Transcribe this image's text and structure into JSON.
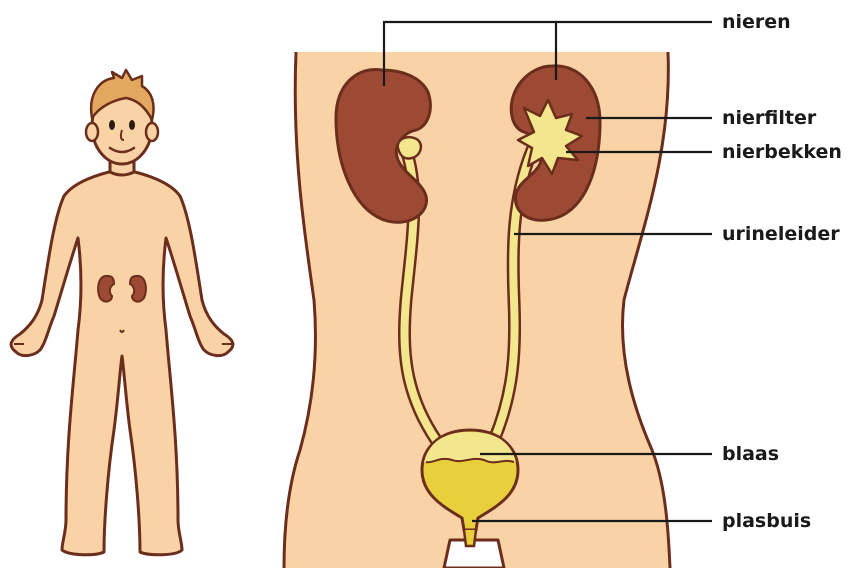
{
  "labels": {
    "nieren": "nieren",
    "nierfilter": "nierfilter",
    "nierbekken": "nierbekken",
    "urineleider": "urineleider",
    "blaas": "blaas",
    "plasbuis": "plasbuis"
  },
  "colors": {
    "skin": "#F9D3A6",
    "outline": "#6B2E1C",
    "kidney": "#9C4A34",
    "urine": "#F2E78C",
    "urine_dark": "#E8CF3C",
    "hair": "#E2A860",
    "leader_line": "#1a1a1a"
  }
}
